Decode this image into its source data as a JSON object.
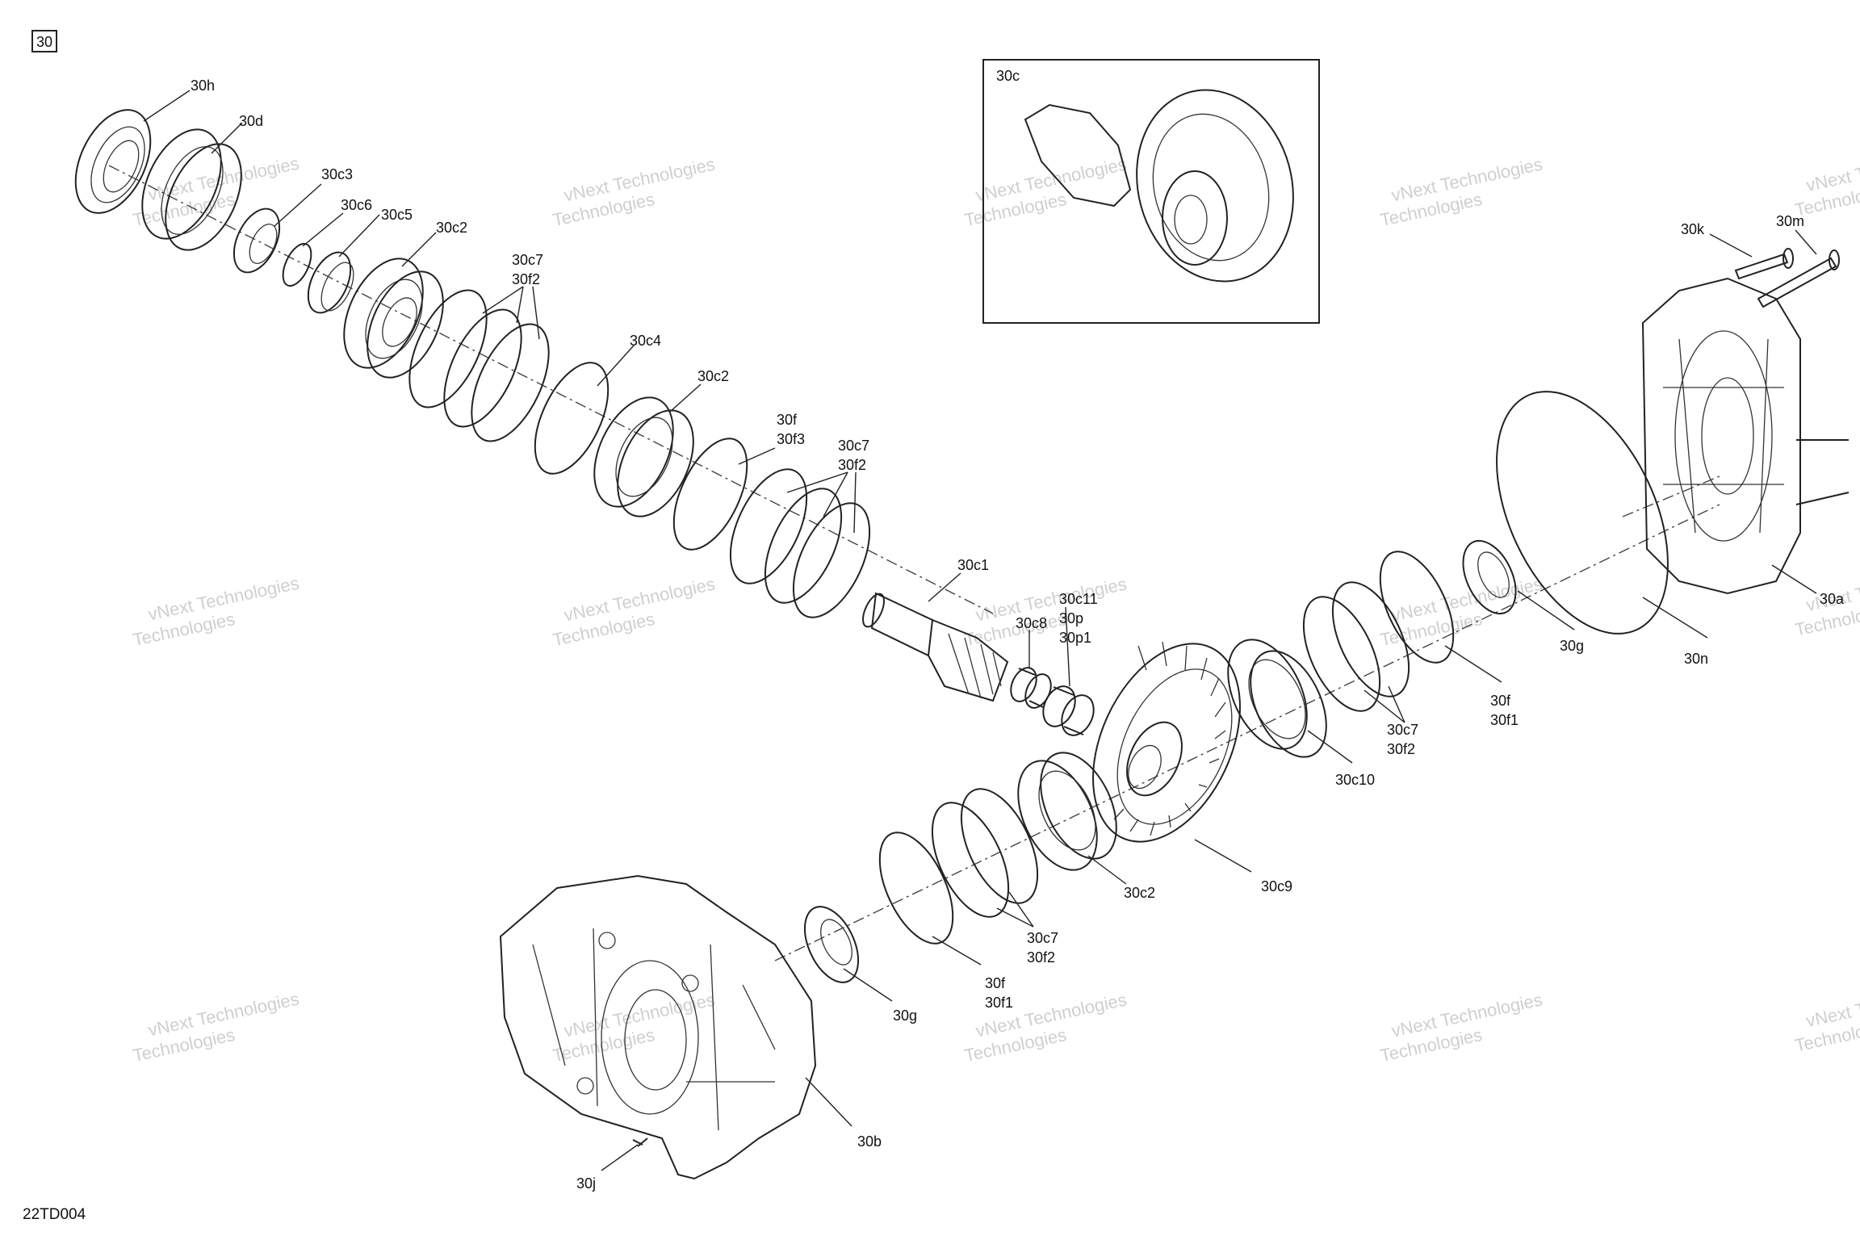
{
  "page_tag": "30",
  "drawing_code": "22TD004",
  "inset_label": "30c",
  "watermark": [
    "vNext Technologies",
    "Technologies"
  ],
  "labels": [
    {
      "id": "l-30h",
      "text": "30h"
    },
    {
      "id": "l-30d",
      "text": "30d"
    },
    {
      "id": "l-30c3",
      "text": "30c3"
    },
    {
      "id": "l-30c6",
      "text": "30c6"
    },
    {
      "id": "l-30c5",
      "text": "30c5"
    },
    {
      "id": "l-30c2a",
      "text": "30c2"
    },
    {
      "id": "l-30c7a",
      "text": "30c7"
    },
    {
      "id": "l-30f2a",
      "text": "30f2"
    },
    {
      "id": "l-30c4",
      "text": "30c4"
    },
    {
      "id": "l-30c2b",
      "text": "30c2"
    },
    {
      "id": "l-30f-a",
      "text": "30f"
    },
    {
      "id": "l-30f3",
      "text": "30f3"
    },
    {
      "id": "l-30c7b",
      "text": "30c7"
    },
    {
      "id": "l-30f2b",
      "text": "30f2"
    },
    {
      "id": "l-30c1",
      "text": "30c1"
    },
    {
      "id": "l-30c8",
      "text": "30c8"
    },
    {
      "id": "l-30c11",
      "text": "30c11"
    },
    {
      "id": "l-30p",
      "text": "30p"
    },
    {
      "id": "l-30p1",
      "text": "30p1"
    },
    {
      "id": "l-30k",
      "text": "30k"
    },
    {
      "id": "l-30m",
      "text": "30m"
    },
    {
      "id": "l-30a",
      "text": "30a"
    },
    {
      "id": "l-30g-a",
      "text": "30g"
    },
    {
      "id": "l-30n",
      "text": "30n"
    },
    {
      "id": "l-30f-b",
      "text": "30f"
    },
    {
      "id": "l-30f1a",
      "text": "30f1"
    },
    {
      "id": "l-30c7c",
      "text": "30c7"
    },
    {
      "id": "l-30f2c",
      "text": "30f2"
    },
    {
      "id": "l-30c10",
      "text": "30c10"
    },
    {
      "id": "l-30c9",
      "text": "30c9"
    },
    {
      "id": "l-30c2c",
      "text": "30c2"
    },
    {
      "id": "l-30c7d",
      "text": "30c7"
    },
    {
      "id": "l-30f2d",
      "text": "30f2"
    },
    {
      "id": "l-30f-c",
      "text": "30f"
    },
    {
      "id": "l-30f1b",
      "text": "30f1"
    },
    {
      "id": "l-30g-b",
      "text": "30g"
    },
    {
      "id": "l-30b",
      "text": "30b"
    },
    {
      "id": "l-30j",
      "text": "30j"
    }
  ]
}
